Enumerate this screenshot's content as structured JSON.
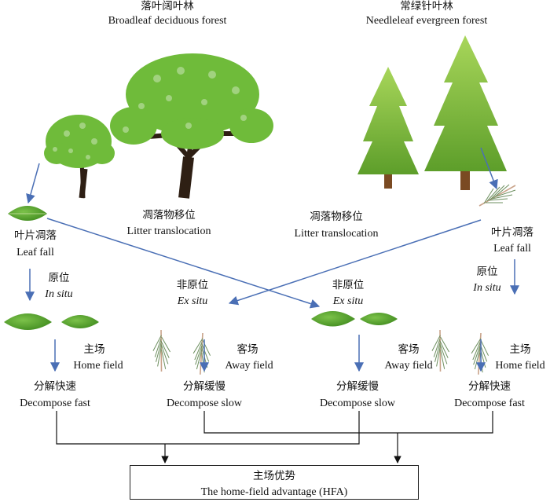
{
  "forests": {
    "broadleaf": {
      "zh": "落叶阔叶林",
      "en": "Broadleaf deciduous forest"
    },
    "needleleaf": {
      "zh": "常绿针叶林",
      "en": "Needleleaf evergreen forest"
    }
  },
  "translocation": {
    "left": {
      "zh": "凋落物移位",
      "en": "Litter translocation"
    },
    "right": {
      "zh": "凋落物移位",
      "en": "Litter translocation"
    }
  },
  "leaf_fall": {
    "left": {
      "zh": "叶片凋落",
      "en": "Leaf fall"
    },
    "right": {
      "zh": "叶片凋落",
      "en": "Leaf fall"
    }
  },
  "placement": {
    "in_situ_left": {
      "zh": "原位",
      "en": "In situ"
    },
    "ex_situ_mid_left": {
      "zh": "非原位",
      "en": "Ex situ"
    },
    "ex_situ_mid_right": {
      "zh": "非原位",
      "en": "Ex situ"
    },
    "in_situ_right": {
      "zh": "原位",
      "en": "In situ"
    }
  },
  "fields": {
    "home_left": {
      "zh": "主场",
      "en": "Home field"
    },
    "away_mid_left": {
      "zh": "客场",
      "en": "Away field"
    },
    "away_mid_right": {
      "zh": "客场",
      "en": "Away field"
    },
    "home_right": {
      "zh": "主场",
      "en": "Home field"
    }
  },
  "decompose": {
    "col1": {
      "zh": "分解快速",
      "en": "Decompose fast"
    },
    "col2": {
      "zh": "分解缓慢",
      "en": "Decompose slow"
    },
    "col3": {
      "zh": "分解缓慢",
      "en": "Decompose slow"
    },
    "col4": {
      "zh": "分解快速",
      "en": "Decompose fast"
    }
  },
  "hfa": {
    "zh": "主场优势",
    "en": "The home-field advantage (HFA)"
  },
  "colors": {
    "arrow_blue": "#4a6fb5",
    "leaf_green": "#5aa42e",
    "needle_green": "#7cbf3a",
    "trunk": "#3a2a1c"
  }
}
